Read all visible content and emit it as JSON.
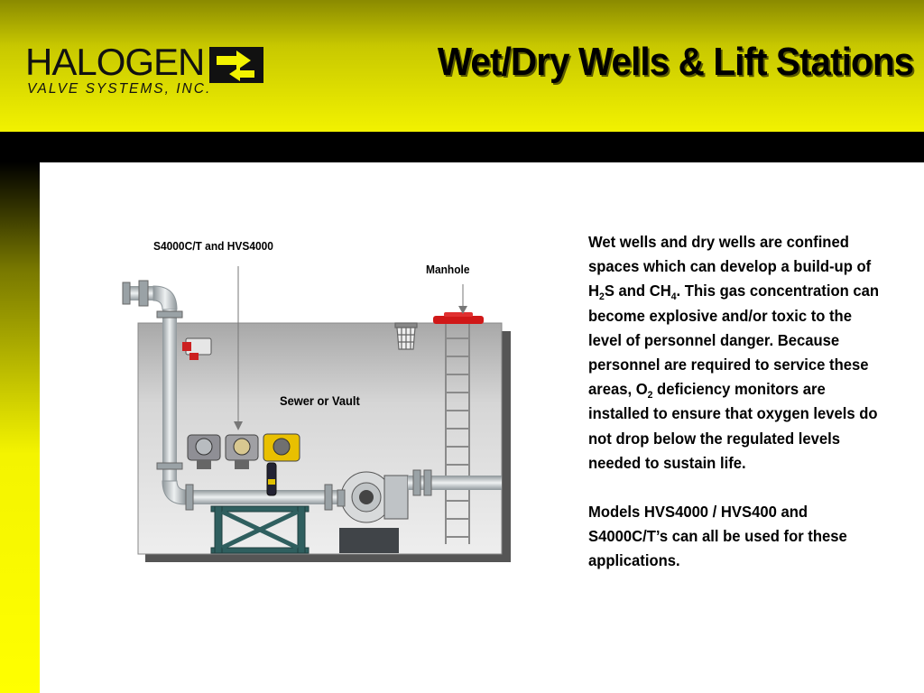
{
  "header": {
    "logo": {
      "name": "HALOGEN",
      "tagline": "VALVE SYSTEMS, INC."
    },
    "title": "Wet/Dry Wells & Lift Stations"
  },
  "diagram": {
    "label_instruments": "S4000C/T and HVS4000",
    "label_manhole": "Manhole",
    "label_vault": "Sewer or Vault"
  },
  "body": {
    "paragraph1": {
      "part1": "Wet wells and dry wells are confined spaces which can develop a build-up of H",
      "sub1": "2",
      "part2": "S and CH",
      "sub2": "4",
      "part3": ". This gas concentration can become explosive and/or toxic to the level of personnel danger. Because personnel are required to service these areas, O",
      "sub3": "2",
      "part4": " deficiency monitors are installed to ensure that oxygen levels do not drop below the regulated levels needed  to sustain life."
    },
    "paragraph2": "Models HVS4000 / HVS400 and S4000C/T’s can all be used for these applications."
  },
  "colors": {
    "header_top": "#8a8a00",
    "header_bottom": "#f2f200",
    "band": "#000000",
    "vault_fill": "#d8d8d8",
    "pipe": "#c8cdd0",
    "stand": "#2f5f5f"
  }
}
